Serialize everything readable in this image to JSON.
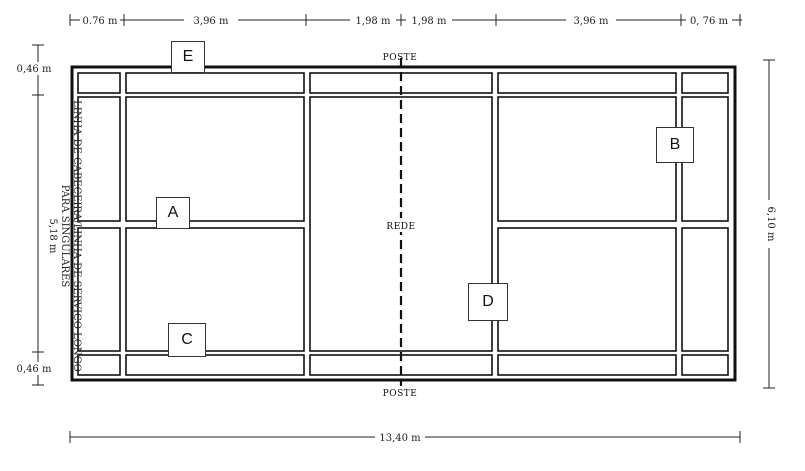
{
  "dimensions": {
    "top_alley_left": "0.76 m",
    "top_service_left": "3,96 m",
    "top_half_left": "1,98 m",
    "top_half_right": "1,98 m",
    "top_service_right": "3,96 m",
    "top_alley_right": "0, 76 m",
    "left_top_margin": "0,46 m",
    "left_bottom_margin": "0,46 m",
    "left_singles_width": "5,18 m",
    "right_total_width": "6,10 m",
    "bottom_total_length": "13,40 m"
  },
  "labels": {
    "post_top": "POSTE",
    "post_bottom": "POSTE",
    "net": "REDE",
    "baseline_line1": "LINHA DE CABECEIRA/LINHA DE SERVIÇO LONGO",
    "baseline_line2": "PARA SINGULARES"
  },
  "markers": {
    "A": "A",
    "B": "B",
    "C": "C",
    "D": "D",
    "E": "E"
  }
}
